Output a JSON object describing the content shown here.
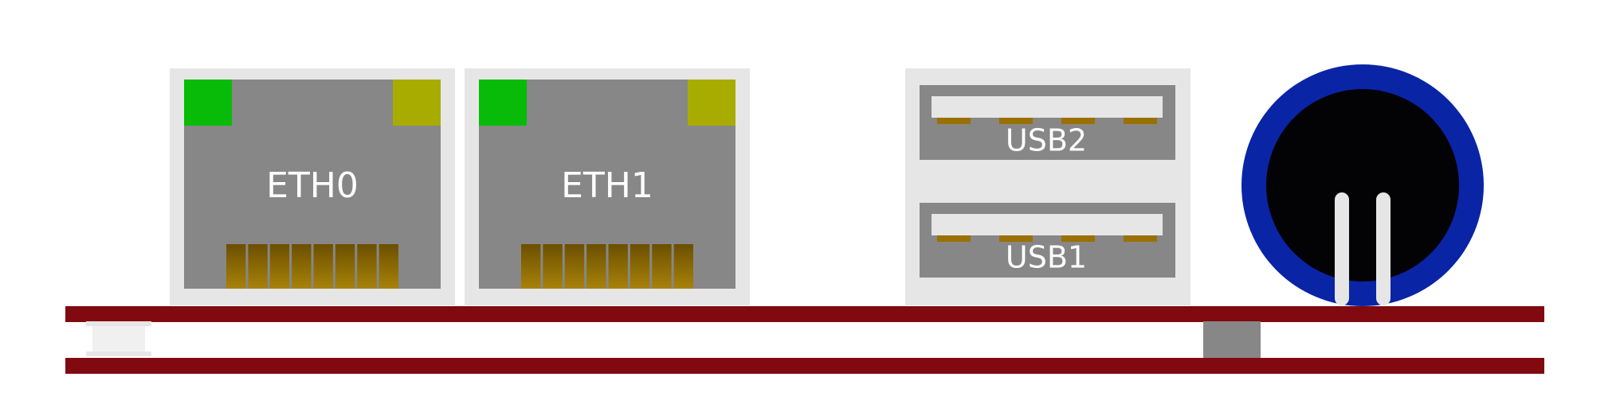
{
  "ports": {
    "eth0": {
      "label": "ETH0"
    },
    "eth1": {
      "label": "ETH1"
    },
    "usb2": {
      "label": "USB2"
    },
    "usb1": {
      "label": "USB1"
    }
  },
  "colors": {
    "pcb": "#800a0f",
    "housing": "#e6e6e6",
    "body": "#878787",
    "led_link": "#08bb08",
    "led_activity": "#a8ac00",
    "pin_gold": "#9a7000",
    "jack_ring": "#0a24a6",
    "jack_core": "#030306"
  },
  "icons": {
    "eth_connector": "rj45-jack-icon",
    "usb_connector": "usb-a-jack-icon",
    "audio_connector": "audio-jack-icon"
  }
}
